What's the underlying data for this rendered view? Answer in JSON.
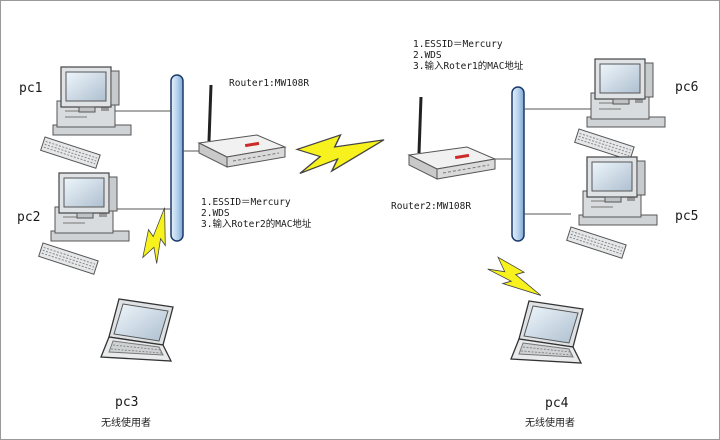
{
  "pcs": {
    "pc1": "pc1",
    "pc2": "pc2",
    "pc3": "pc3",
    "pc4": "pc4",
    "pc5": "pc5",
    "pc6": "pc6"
  },
  "wireless_caption": "无线使用者",
  "router1": {
    "label": "Router1:MW108R",
    "settings": [
      "1.ESSID＝Mercury",
      "2.WDS",
      "3.输入Roter2的MAC地址"
    ]
  },
  "router2": {
    "label": "Router2:MW108R",
    "settings": [
      "1.ESSID＝Mercury",
      "2.WDS",
      "3.输入Roter1的MAC地址"
    ]
  },
  "colors": {
    "hub": "#b9d4ef",
    "hub_edge": "#1b3a6b",
    "lightning": "#f7f21e",
    "lightning_edge": "#444444",
    "router_brand": "#cc2a2a"
  },
  "icons": {
    "desktop": "desktop-computer-icon",
    "laptop": "laptop-icon",
    "router": "wireless-router-icon",
    "wireless_link": "lightning-bolt-icon"
  }
}
